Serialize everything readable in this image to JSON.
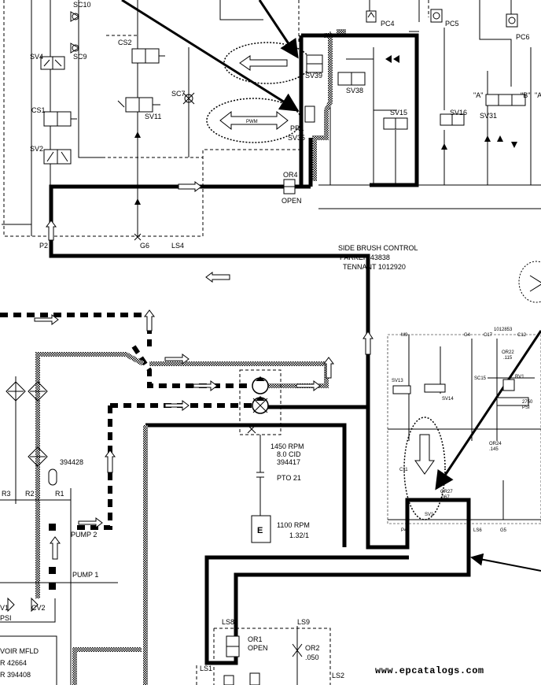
{
  "title": {
    "line1": "SIDE BRUSH CONTROL",
    "line2": "PARKER 43838",
    "line3": "TENNANT 1012920"
  },
  "labels": {
    "sc10": "SC10",
    "sc9": "SC9",
    "sv4": "SV4",
    "cs2": "CS2",
    "cs1": "CS1",
    "sv2": "SV2",
    "sv11": "SV11",
    "sc7": "SC7",
    "sv39": "SV39",
    "sv38": "SV38",
    "pr1": "PR1",
    "sv35": "SV35",
    "pc4": "PC4",
    "pc5": "PC5",
    "pc6": "PC6",
    "sv15": "SV15",
    "sv16": "SV16",
    "sv31": "SV31",
    "port_a": "\"A\"",
    "port_b": "\"B\"",
    "port_a2": "\"A\"",
    "pwm": "PWM",
    "or4": "OR4",
    "open": "OPEN",
    "p2": "P2",
    "g6": "G6",
    "ls4": "LS4",
    "pump_rpm": "1450 RPM",
    "pump_cid": "8.0 CID",
    "pump_part": "394417",
    "pto": "PTO 21",
    "engine": "E",
    "engine_rpm": "1100 RPM",
    "engine_ratio": "1.32/1",
    "part_394428": "394428",
    "r3": "R3",
    "r2": "R2",
    "r1": "R1",
    "pump1": "PUMP 1",
    "pump2": "PUMP 2",
    "v1": "V1",
    "cv2": "CV2",
    "psi": "PSI",
    "voir": "VOIR MFLD",
    "n42664": "R 42664",
    "n394408": "R 394408",
    "ls8": "LS8",
    "or1": "OR1",
    "or1_open": "OPEN",
    "ls9": "LS9",
    "or2": "OR2",
    "or2_val": ".050",
    "ls1": "LS1",
    "ls2": "LS2",
    "inset_sv13": "SV13",
    "inset_sv14": "SV14",
    "inset_sc15": "SC15",
    "inset_ls6": "LS6",
    "inset_g5": "G5",
    "inset_p4": "P4",
    "inset_c11": "C11",
    "inset_m9": "M9",
    "inset_g4": "G4",
    "inset_c12": "C12",
    "inset_c17": "C17",
    "inset_or22": "OR22",
    "inset_or22v": ".115",
    "inset_or24": "OR24",
    "inset_or24v": ".145",
    "inset_rv1": "RV1",
    "inset_2750": "2750",
    "inset_psi": "PSI",
    "inset_or27": "OR27",
    "inset_or27v": ".067",
    "inset_sv1": "SV1",
    "inset_part": "1012853"
  },
  "watermark": "www.epcatalogs.com"
}
